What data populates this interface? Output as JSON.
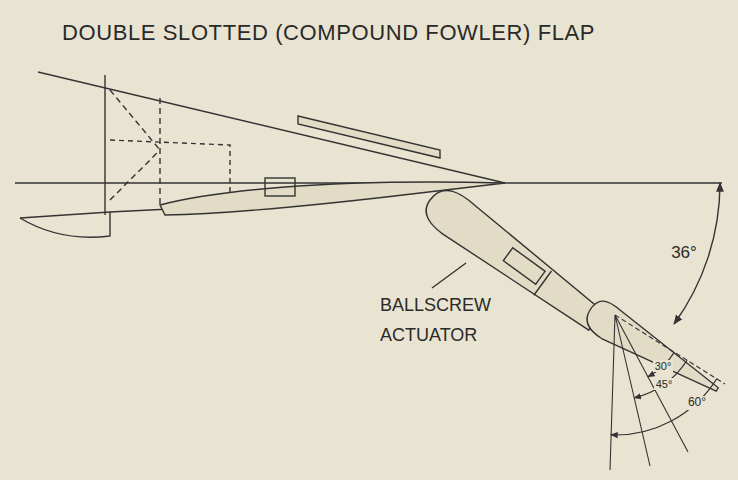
{
  "diagram": {
    "title": "DOUBLE SLOTTED (COMPOUND FOWLER) FLAP",
    "labels": [
      "BALLSCREW ACTUATOR",
      "36°",
      "30°",
      "45°",
      "60°"
    ]
  }
}
